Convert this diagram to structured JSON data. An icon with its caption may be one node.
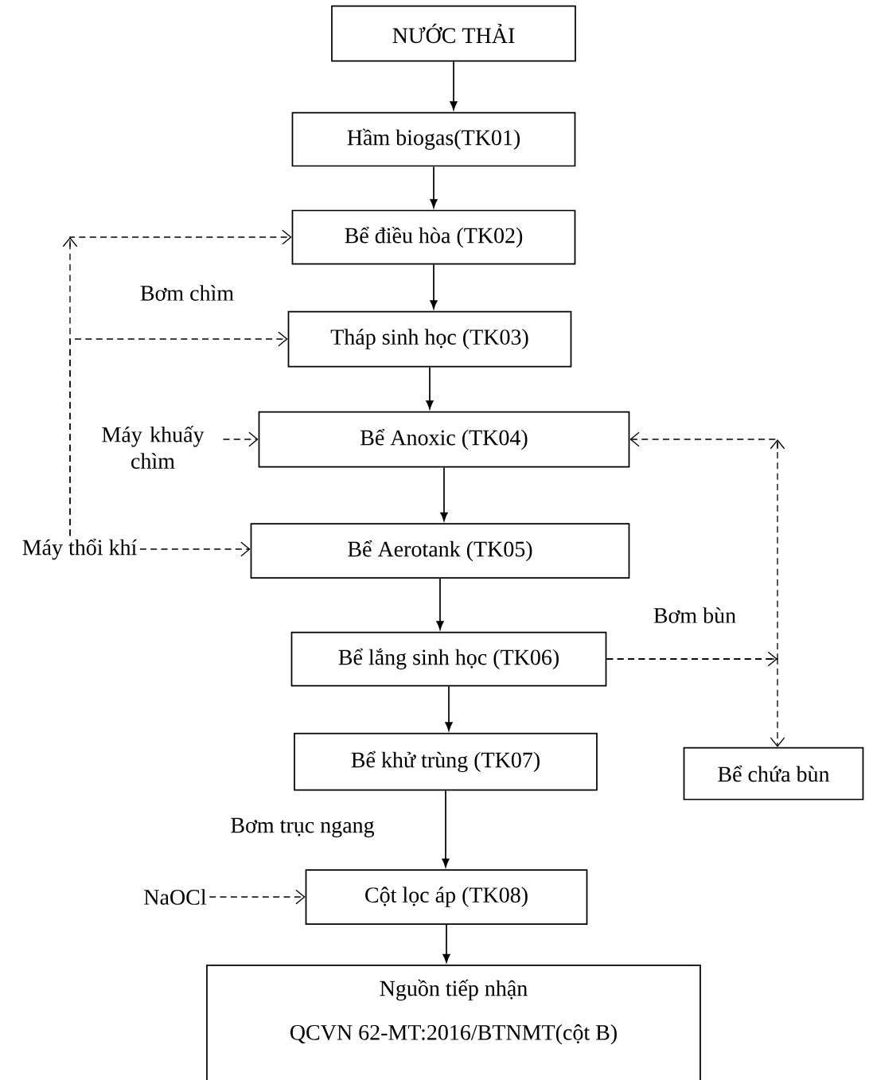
{
  "diagram": {
    "nodes": [
      {
        "text": [
          "NƯỚC THẢI"
        ]
      },
      {
        "text": [
          "Hầm biogas(TK01)"
        ]
      },
      {
        "text": [
          "Bể điều hòa (TK02)"
        ]
      },
      {
        "text": [
          "Tháp sinh học (TK03)"
        ]
      },
      {
        "text": [
          "Bể Anoxic (TK04)"
        ]
      },
      {
        "text": [
          "Bể Aerotank (TK05)"
        ]
      },
      {
        "text": [
          "Bể lắng sinh học (TK06)"
        ]
      },
      {
        "text": [
          "Bể khử trùng (TK07)"
        ]
      },
      {
        "text": [
          "Cột lọc áp (TK08)"
        ]
      },
      {
        "text": [
          "Nguồn tiếp nhận",
          "QCVN 62-MT:2016/BTNMT(cột B)"
        ]
      },
      {
        "text": [
          "Bể chứa bùn"
        ]
      },
      {
        "text": [
          "Máy thổi khí"
        ]
      },
      {
        "text": [
          "Máy khuấy chìm"
        ]
      },
      {
        "text": [
          "NaOCl"
        ]
      }
    ],
    "edges": [
      {
        "from": 0,
        "to": 1,
        "arrow": "to"
      },
      {
        "from": 1,
        "to": 2,
        "arrow": "to"
      },
      {
        "from": 2,
        "to": 3,
        "arrow": "to"
      },
      {
        "from": 3,
        "to": 4,
        "arrow": "to"
      },
      {
        "from": 4,
        "to": 5,
        "arrow": "to"
      },
      {
        "from": 5,
        "to": 6,
        "arrow": "to"
      },
      {
        "from": 6,
        "to": 7,
        "arrow": "to"
      },
      {
        "from": 7,
        "to": 8,
        "arrow": "to"
      },
      {
        "from": 8,
        "to": 9,
        "arrow": "to"
      },
      {
        "from": 11,
        "to": 2,
        "arrow": "to",
        "style": "dashed"
      },
      {
        "from": 11,
        "to": 3,
        "arrow": "to",
        "style": "dashed"
      },
      {
        "from": 11,
        "to": 5,
        "arrow": "to",
        "style": "dashed"
      },
      {
        "from": 12,
        "to": 4,
        "arrow": "to",
        "style": "dashed"
      },
      {
        "from": 6,
        "to": 4,
        "arrow": "to",
        "style": "dashed"
      },
      {
        "from": 6,
        "to": 10,
        "arrow": "to",
        "style": "dashed"
      },
      {
        "from": 13,
        "to": 8,
        "arrow": "to",
        "style": "dashed"
      }
    ],
    "labels": [
      "Bơm chìm",
      "Bơm bùn",
      "Bơm trục ngang"
    ]
  }
}
